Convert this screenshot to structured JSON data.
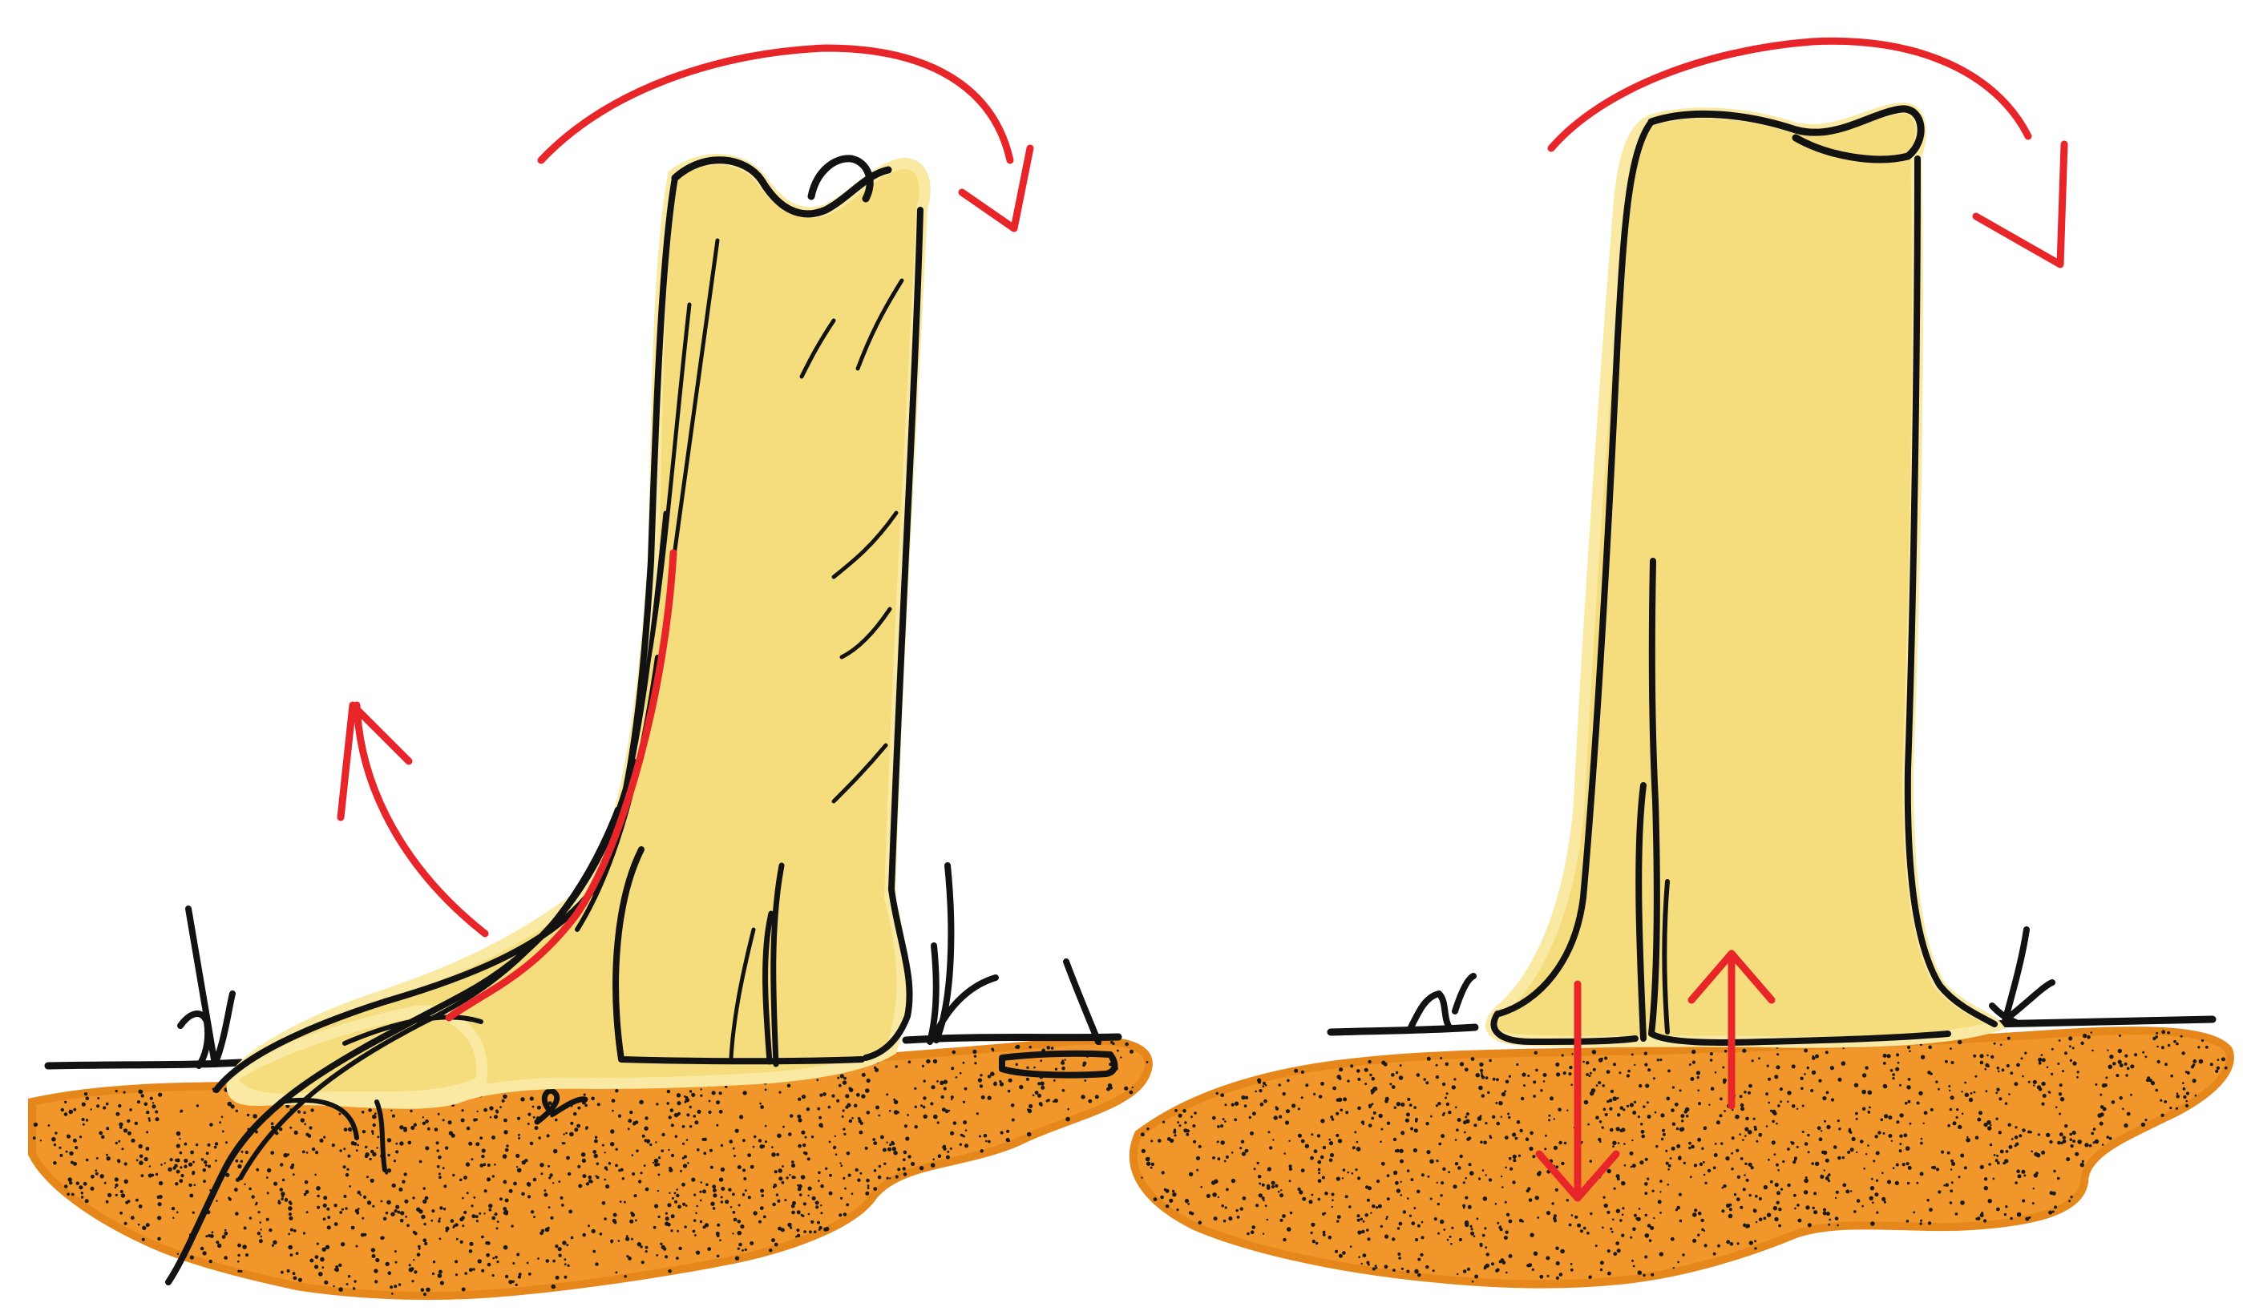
{
  "colors": {
    "background": "#ffffff",
    "trunk_fill": "#f5dd7e",
    "trunk_fill_light": "#f9e9a3",
    "soil": "#f0962a",
    "soil_dark": "#e6871c",
    "outline": "#121212",
    "arrow": "#e8262a",
    "speckle": "#1a1a1a"
  },
  "panels": [
    {
      "id": "left",
      "subject": "stump-with-buttress-root",
      "arrows": [
        "rotation-arrow-top",
        "rotation-arrow-root"
      ],
      "icons": [
        "stump-icon",
        "root-icon",
        "grass-tuft-icon",
        "soil-patch-icon"
      ]
    },
    {
      "id": "right",
      "subject": "stump-straight",
      "arrows": [
        "rotation-arrow-top",
        "arrow-down",
        "arrow-up"
      ],
      "icons": [
        "stump-icon",
        "grass-tuft-icon",
        "soil-patch-icon"
      ]
    }
  ]
}
